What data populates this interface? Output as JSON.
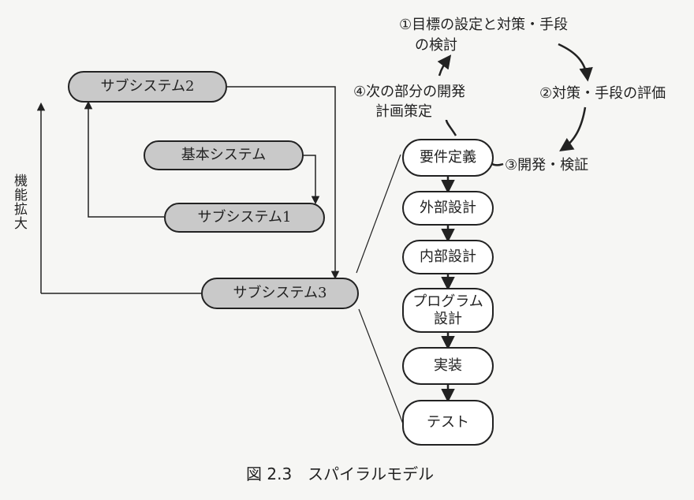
{
  "subsystems": {
    "sub2": "サブシステム2",
    "base": "基本システム",
    "sub1": "サブシステム1",
    "sub3": "サブシステム3"
  },
  "axis_label": "機能拡大",
  "phases": [
    "要件定義",
    "外部設計",
    "内部設計",
    "プログラム\n設計",
    "実装",
    "テスト"
  ],
  "cycle": {
    "step1_line1": "①目標の設定と対策・手段",
    "step1_line2": "の検討",
    "step2": "②対策・手段の評価",
    "step3": "③開発・検証",
    "step4_line1": "④次の部分の開発",
    "step4_line2": "計画策定"
  },
  "caption": "図 2.3　スパイラルモデル"
}
